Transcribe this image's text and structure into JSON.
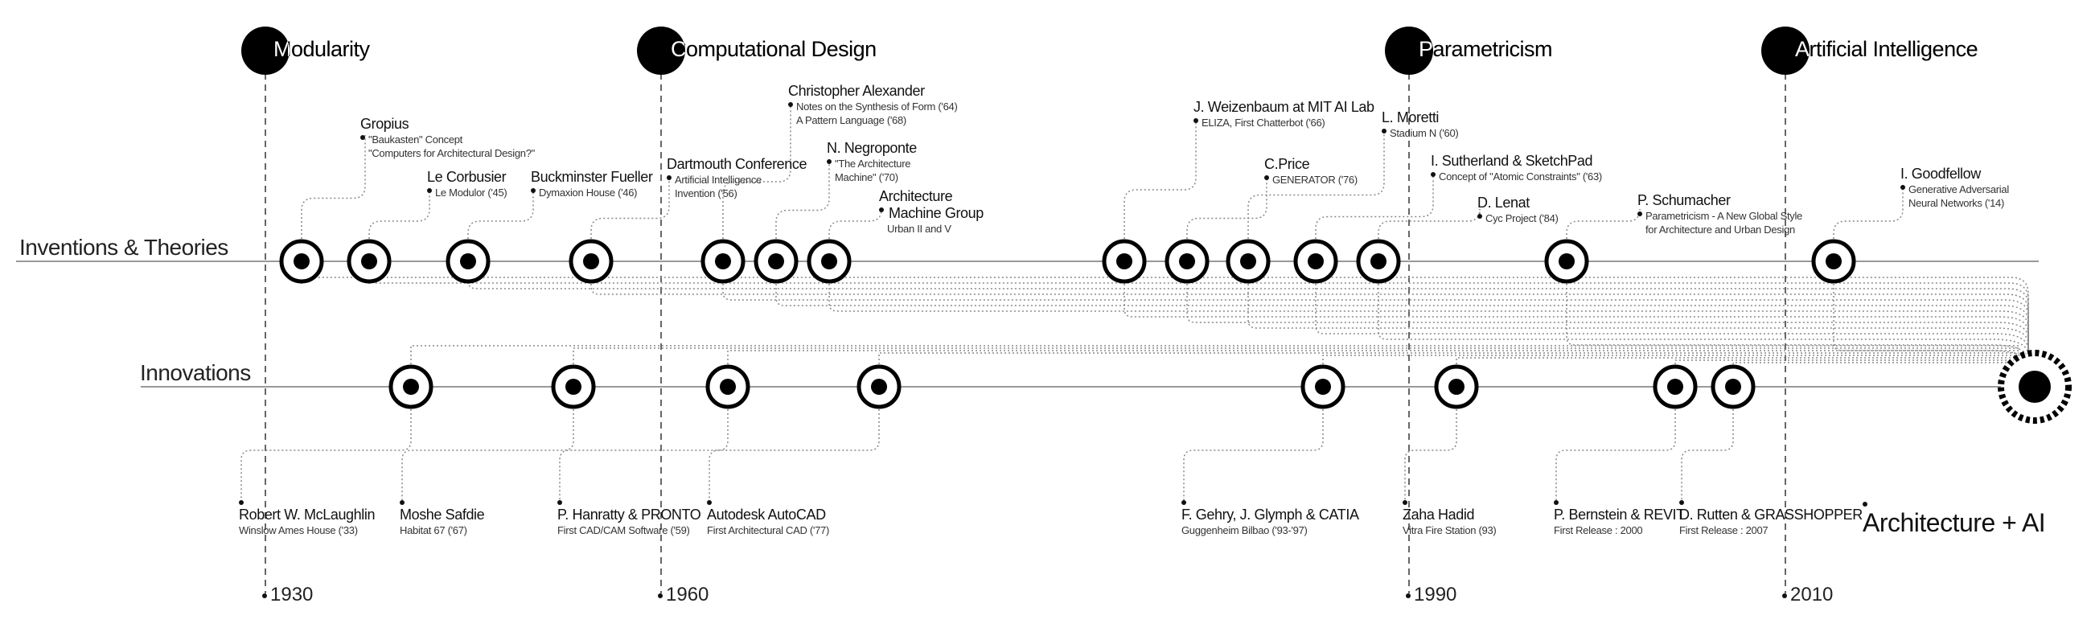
{
  "eras": [
    {
      "label": "Modularity"
    },
    {
      "label": "Computational Design"
    },
    {
      "label": "Parametricism"
    },
    {
      "label": "Artificial Intelligence"
    }
  ],
  "rows": {
    "theories": "Inventions & Theories",
    "innovations": "Innovations"
  },
  "years": [
    "1930",
    "1960",
    "1990",
    "2010"
  ],
  "theories": [
    {
      "title": "Gropius",
      "sub": [
        "\"Baukasten\" Concept",
        "\"Computers for Architectural Design?\""
      ]
    },
    {
      "title": "Le Corbusier",
      "sub": [
        "Le Modulor ('45)"
      ]
    },
    {
      "title": "Buckminster Fueller",
      "sub": [
        "Dymaxion House ('46)"
      ]
    },
    {
      "title": "Dartmouth Conference",
      "sub": [
        "Artificial Intelligence",
        "Invention ('56)"
      ]
    },
    {
      "title": "Christopher Alexander",
      "sub": [
        "Notes on the Synthesis of Form ('64)",
        "A Pattern Language ('68)"
      ]
    },
    {
      "title": "N. Negroponte",
      "sub": [
        "\"The Architecture",
        "Machine\" ('70)"
      ]
    },
    {
      "title": "Architecture",
      "title2": "Machine Group",
      "sub": [
        "Urban II and V"
      ]
    },
    {
      "title": "J. Weizenbaum at MIT AI Lab",
      "sub": [
        "ELIZA, First Chatterbot ('66)"
      ]
    },
    {
      "title": "C.Price",
      "sub": [
        "GENERATOR ('76)"
      ]
    },
    {
      "title": "L. Moretti",
      "sub": [
        "Stadium N ('60)"
      ]
    },
    {
      "title": "I. Sutherland & SketchPad",
      "sub": [
        "Concept of \"Atomic Constraints\" ('63)"
      ]
    },
    {
      "title": "D. Lenat",
      "sub": [
        "Cyc Project ('84)"
      ]
    },
    {
      "title": "P. Schumacher",
      "sub": [
        "Parametricism  -  A New Global Style",
        "for Architecture and Urban Design"
      ]
    },
    {
      "title": "I. Goodfellow",
      "sub": [
        "Generative Adversarial",
        "Neural Networks ('14)"
      ]
    }
  ],
  "innovations": [
    {
      "title": "Robert W. McLaughlin",
      "sub": "Winslow Ames House ('33)"
    },
    {
      "title": "Moshe Safdie",
      "sub": "Habitat 67 ('67)"
    },
    {
      "title": "P. Hanratty & PRONTO",
      "sub": "First CAD/CAM Software ('59)"
    },
    {
      "title": "Autodesk AutoCAD",
      "sub": "First Architectural CAD ('77)"
    },
    {
      "title": "F. Gehry, J. Glymph & CATIA",
      "sub": "Guggenheim Bilbao ('93-'97)"
    },
    {
      "title": "Zaha Hadid",
      "sub": "Vitra Fire Station (93)"
    },
    {
      "title": "P. Bernstein & REVIT",
      "sub": "First Release : 2000"
    },
    {
      "title": "D. Rutten & GRASSHOPPER",
      "sub": "First Release : 2007"
    }
  ],
  "final": {
    "label": "Architecture + AI"
  }
}
